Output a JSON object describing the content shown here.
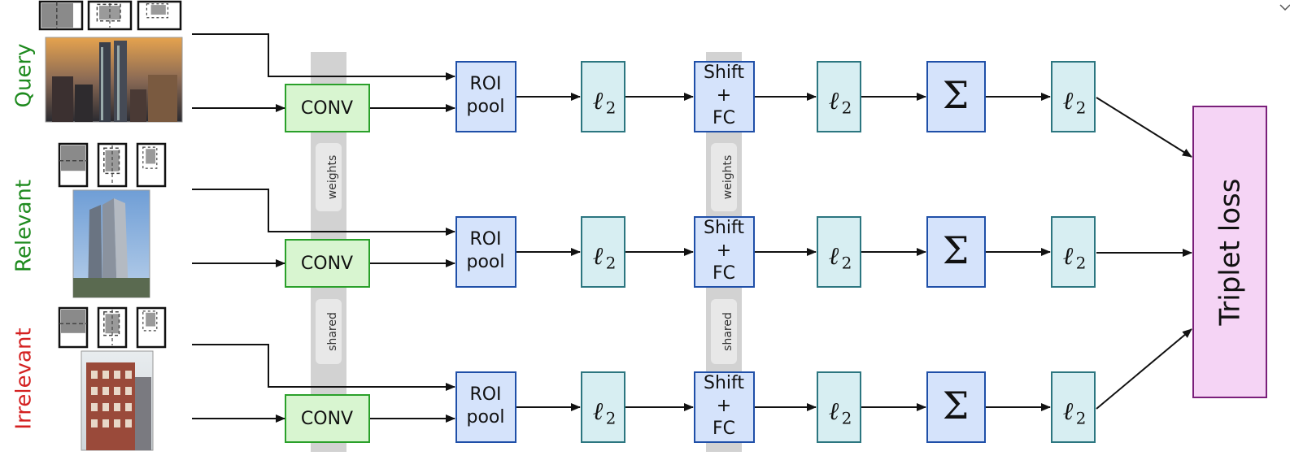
{
  "rows": [
    {
      "label": "Query",
      "label_color": "#1e8a1e"
    },
    {
      "label": "Relevant",
      "label_color": "#1e8a1e"
    },
    {
      "label": "Irrelevant",
      "label_color": "#d42020"
    }
  ],
  "blocks": {
    "conv": "CONV",
    "roi_line1": "ROI",
    "roi_line2": "pool",
    "shift_line1": "Shift",
    "shift_line2": "+",
    "shift_line3": "FC",
    "l2": "ℓ",
    "l2_sub": "2",
    "sum": "Σ"
  },
  "bands": {
    "weights": "weights",
    "shared": "shared"
  },
  "loss": "Triplet loss",
  "icons": {
    "images": [
      "query-photo-icon",
      "relevant-photo-icon",
      "irrelevant-photo-icon"
    ],
    "region_thumbnails": "region-grid-icon"
  },
  "colors": {
    "conv_fill": "#d8f5d0",
    "conv_stroke": "#2aa02a",
    "roi_fill": "#d5e3fb",
    "roi_stroke": "#1f4fa8",
    "l2_fill": "#d7eef2",
    "l2_stroke": "#2c7680",
    "loss_fill": "#f5d4f5",
    "loss_stroke": "#7a1f7a",
    "band": "#d2d2d2"
  }
}
